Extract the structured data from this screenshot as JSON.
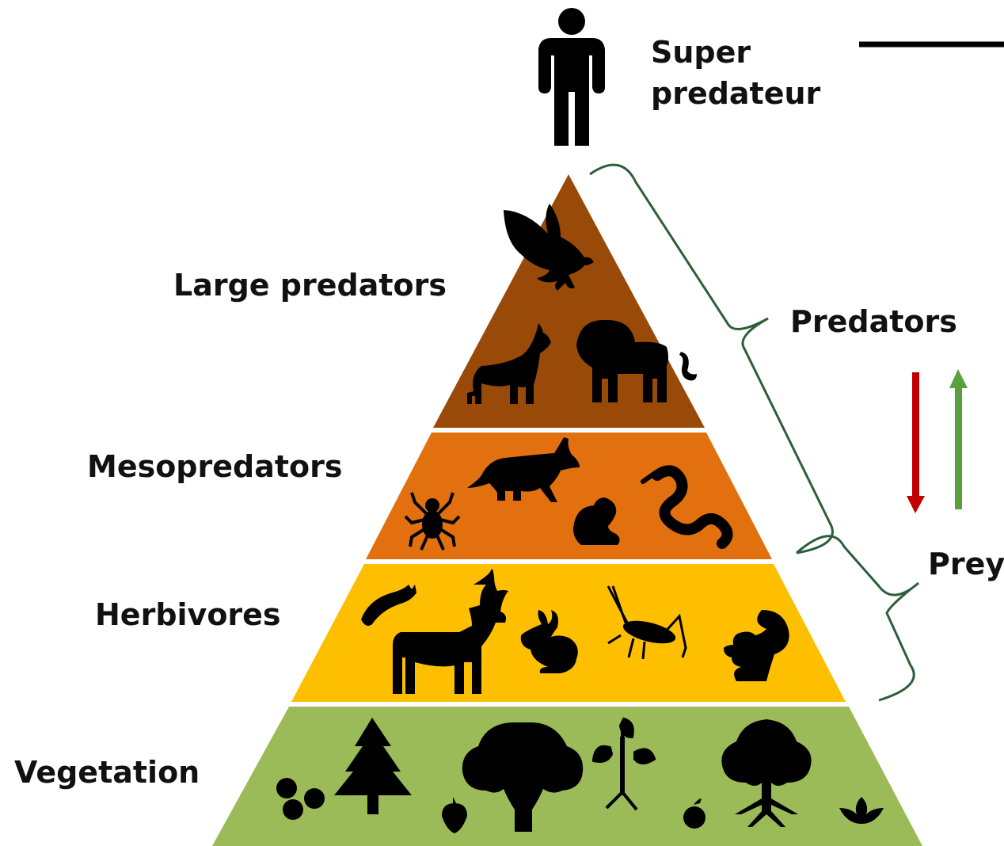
{
  "pyramid": {
    "levels": [
      {
        "id": "large-predators",
        "label": "Large predators",
        "color": "#994a09",
        "icons": [
          "eagle-icon",
          "wolf-icon",
          "lion-icon"
        ]
      },
      {
        "id": "mesopredators",
        "label": "Mesopredators",
        "color": "#e2700e",
        "icons": [
          "spider-icon",
          "fox-icon",
          "frog-icon",
          "snake-icon"
        ]
      },
      {
        "id": "herbivores",
        "label": "Herbivores",
        "color": "#fdbf00",
        "icons": [
          "caterpillar-icon",
          "deer-icon",
          "rabbit-icon",
          "grasshopper-icon",
          "squirrel-icon"
        ]
      },
      {
        "id": "vegetation",
        "label": "Vegetation",
        "color": "#9bbb59",
        "icons": [
          "berries-icon",
          "pine-tree-icon",
          "acorn-icon",
          "tree-icon",
          "seedling-icon",
          "apple-icon",
          "tree-with-roots-icon",
          "lotus-icon"
        ]
      }
    ]
  },
  "apex": {
    "label_line1": "Super",
    "label_line2": "predateur",
    "icon": "human-icon"
  },
  "brackets": {
    "predators_label": "Predators",
    "prey_label": "Prey",
    "bracket_color": "#2e5e3a"
  },
  "arrows": {
    "down_color": "#c00000",
    "up_color": "#5aa03c"
  }
}
